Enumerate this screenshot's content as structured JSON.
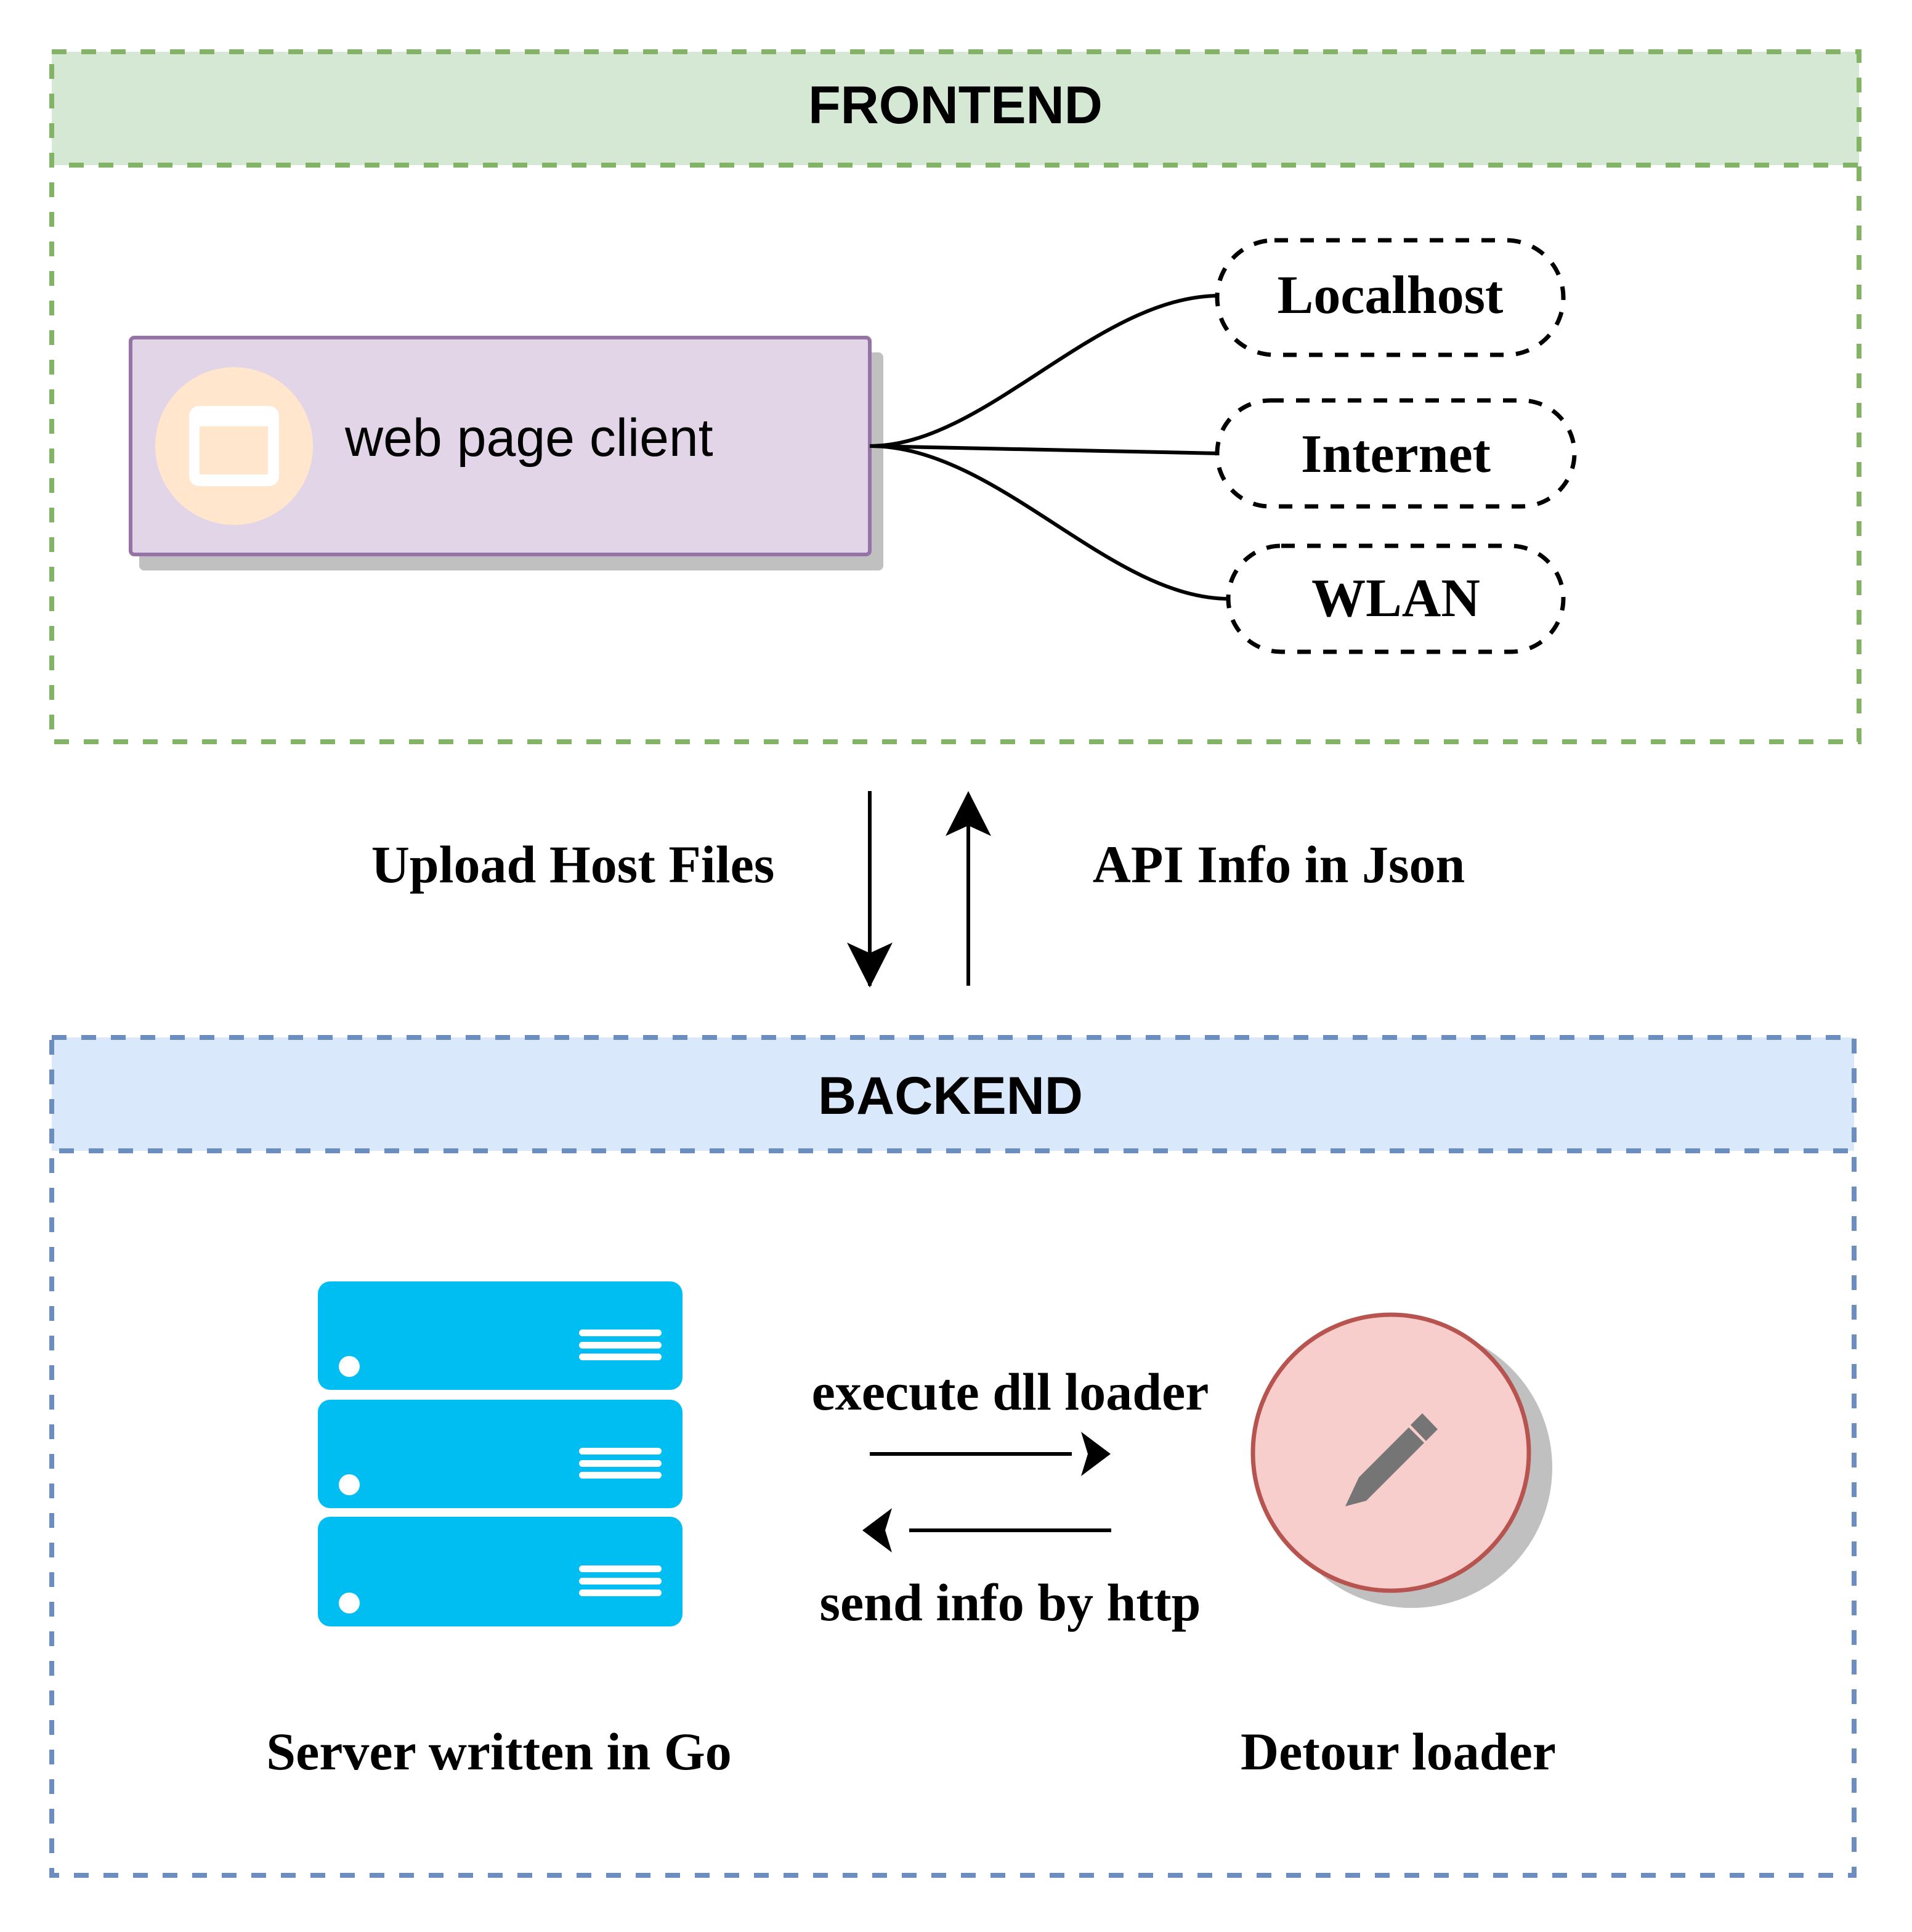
{
  "frontend": {
    "title": "FRONTEND",
    "header_fill": "#d5e8d4",
    "border_color": "#82b366",
    "client": {
      "label": "web page client",
      "icon": "browser-window-icon",
      "fill": "#e1d5e7",
      "border_color": "#9673a6",
      "icon_bg": "#ffe6cc"
    },
    "targets": [
      {
        "label": "Localhost"
      },
      {
        "label": "Internet"
      },
      {
        "label": "WLAN"
      }
    ]
  },
  "flows": {
    "down_label": "Upload Host Files",
    "up_label": "API Info in Json"
  },
  "backend": {
    "title": "BACKEND",
    "header_fill": "#dae8fc",
    "border_color": "#6c8ebf",
    "server": {
      "label": "Server written in Go",
      "icon": "server-rack-icon",
      "color": "#00bef2"
    },
    "loader": {
      "label": "Detour loader",
      "icon": "pencil-icon",
      "fill": "#f8cecc",
      "border_color": "#b85450"
    },
    "forward_label": "execute dll loader",
    "back_label": "send info by http"
  }
}
